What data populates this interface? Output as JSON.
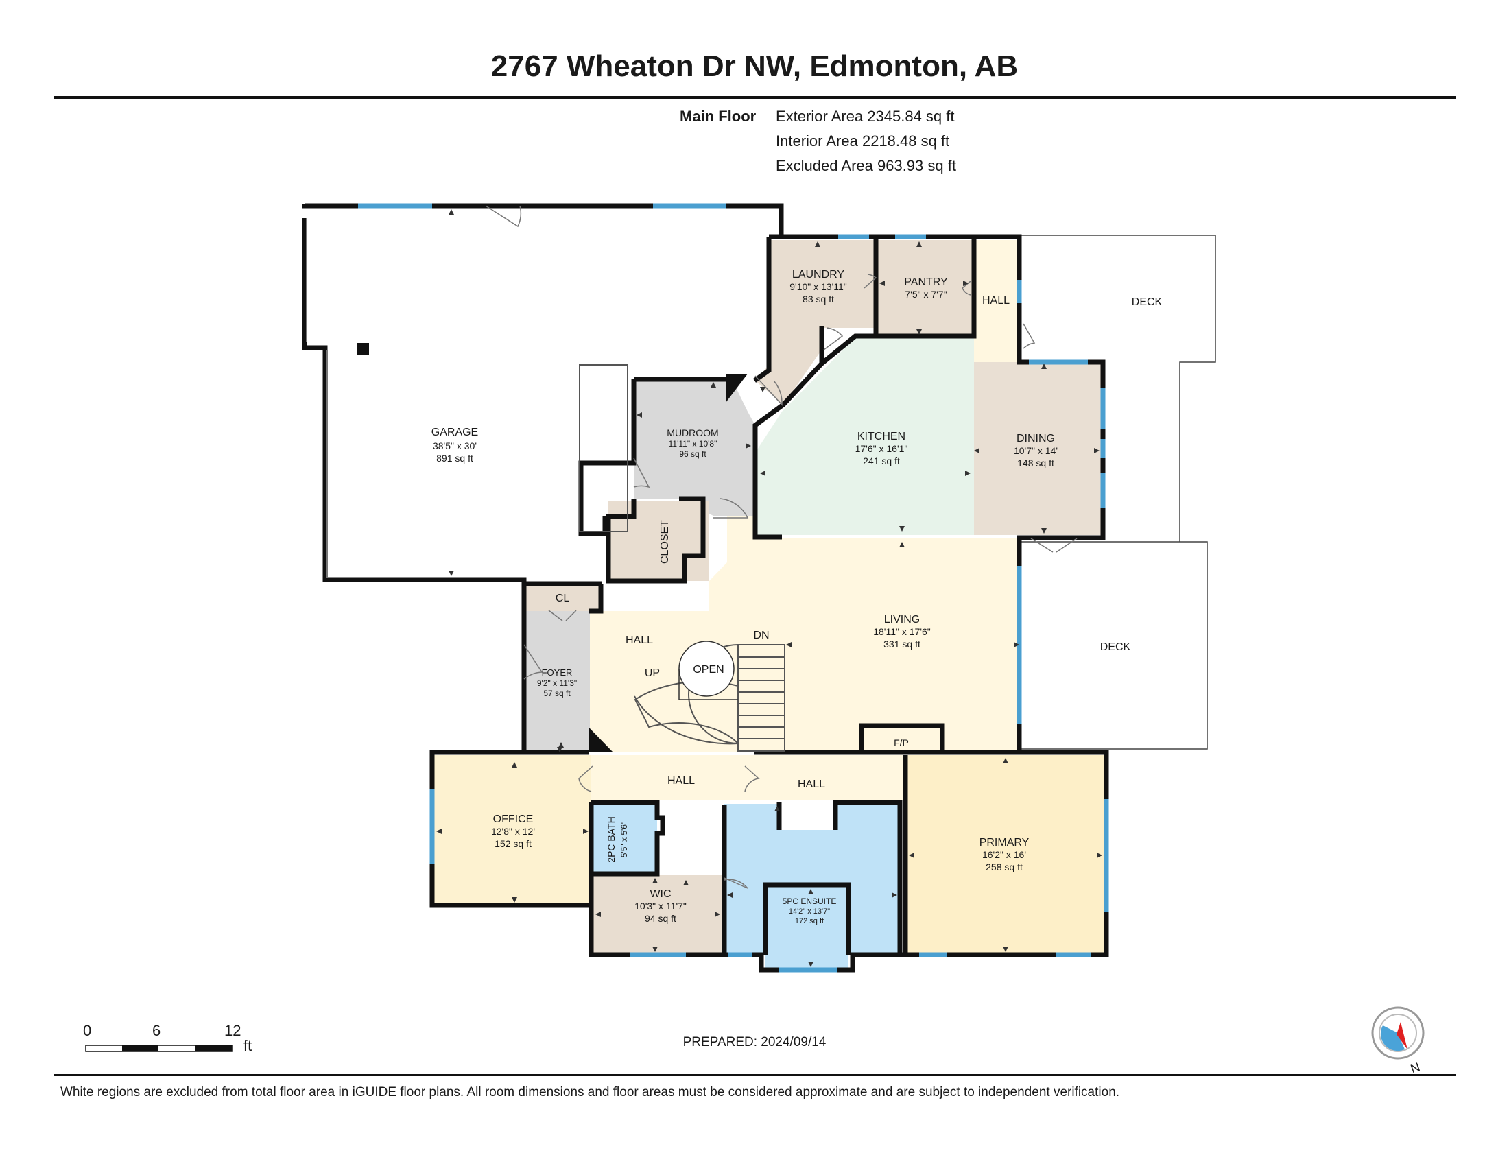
{
  "header": {
    "title": "2767 Wheaton Dr NW, Edmonton, AB"
  },
  "areas": {
    "floor_name": "Main Floor",
    "exterior": "Exterior Area 2345.84 sq ft",
    "interior": "Interior Area 2218.48 sq ft",
    "excluded": "Excluded Area 963.93 sq ft"
  },
  "rooms": {
    "garage": {
      "name": "GARAGE",
      "dims": "38'5\" x 30'",
      "area": "891 sq ft"
    },
    "laundry": {
      "name": "LAUNDRY",
      "dims": "9'10\" x 13'11\"",
      "area": "83 sq ft"
    },
    "pantry": {
      "name": "PANTRY",
      "dims": "7'5\" x 7'7\"",
      "area": ""
    },
    "hall_top": {
      "name": "HALL"
    },
    "deck_top": {
      "name": "DECK"
    },
    "mudroom": {
      "name": "MUDROOM",
      "dims": "11'11\" x 10'8\"",
      "area": "96 sq ft"
    },
    "kitchen": {
      "name": "KITCHEN",
      "dims": "17'6\" x 16'1\"",
      "area": "241 sq ft"
    },
    "dining": {
      "name": "DINING",
      "dims": "10'7\" x 14'",
      "area": "148 sq ft"
    },
    "closet": {
      "name": "CLOSET"
    },
    "cl": {
      "name": "CL"
    },
    "living": {
      "name": "LIVING",
      "dims": "18'11\" x 17'6\"",
      "area": "331 sq ft"
    },
    "deck_right": {
      "name": "DECK"
    },
    "hall_mid": {
      "name": "HALL"
    },
    "foyer": {
      "name": "FOYER",
      "dims": "9'2\" x 11'3\"",
      "area": "57 sq ft"
    },
    "open": {
      "name": "OPEN"
    },
    "up": {
      "name": "UP"
    },
    "dn": {
      "name": "DN"
    },
    "fp": {
      "name": "F/P"
    },
    "hall_low1": {
      "name": "HALL"
    },
    "hall_low2": {
      "name": "HALL"
    },
    "office": {
      "name": "OFFICE",
      "dims": "12'8\" x 12'",
      "area": "152 sq ft"
    },
    "bath": {
      "name": "2PC BATH",
      "dims": "5'5\" x 5'6\""
    },
    "wic": {
      "name": "WIC",
      "dims": "10'3\" x 11'7\"",
      "area": "94 sq ft"
    },
    "ensuite": {
      "name": "5PC ENSUITE",
      "dims": "14'2\" x 13'7\"",
      "area": "172 sq ft"
    },
    "primary": {
      "name": "PRIMARY",
      "dims": "16'2\" x 16'",
      "area": "258 sq ft"
    }
  },
  "colors": {
    "garage": "#ffffff",
    "laundry": "#e8ddd0",
    "kitchen": "#e7f3ea",
    "dining": "#e9dfd3",
    "mudroom": "#d9d9d9",
    "foyer": "#d9d9d9",
    "living": "#fff7e0",
    "office": "#fdf2d0",
    "wic": "#e8ddd0",
    "ensuite": "#bfe2f7",
    "bath": "#bfe2f7",
    "primary": "#fdefc8",
    "wall": "#111111",
    "window": "#4a9fd0"
  },
  "scale": {
    "labels": [
      "0",
      "6",
      "12"
    ],
    "unit": "ft"
  },
  "prepared": "PREPARED: 2024/09/14",
  "compass": {
    "label": "N",
    "icon": "compass-icon"
  },
  "footer": "White regions are excluded from total floor area in iGUIDE floor plans. All room dimensions and floor areas must be considered approximate and are subject to independent verification."
}
